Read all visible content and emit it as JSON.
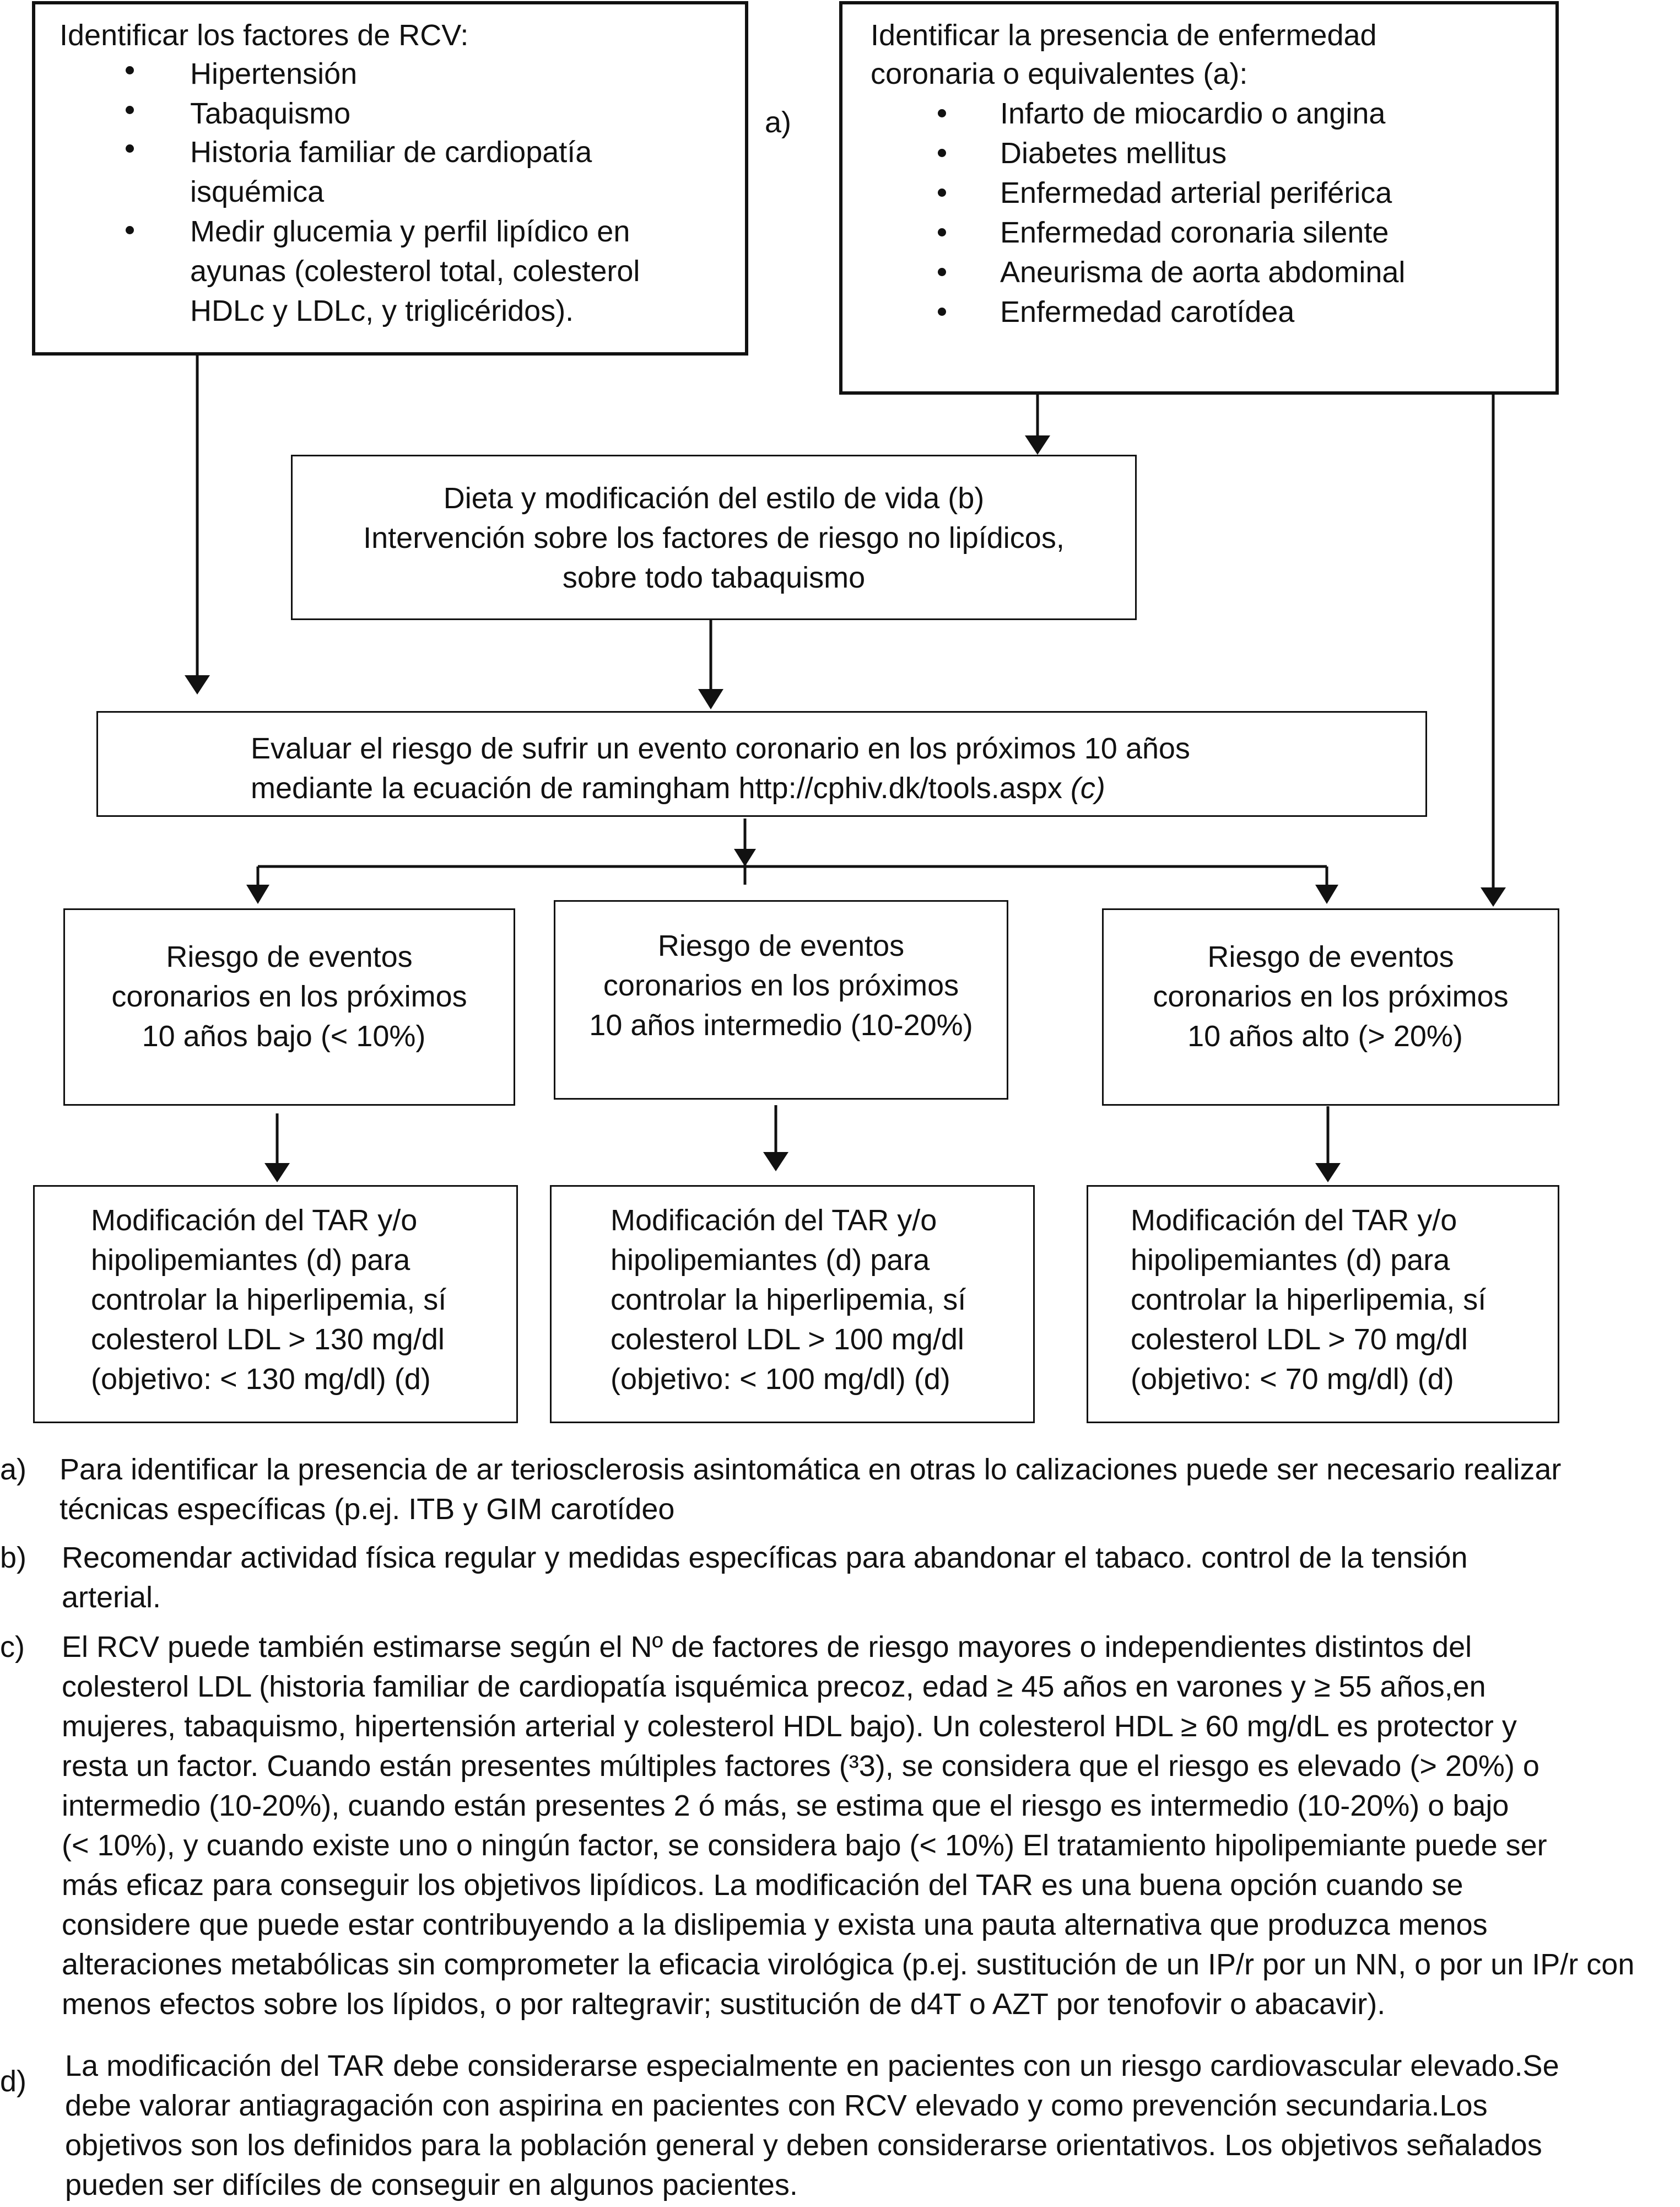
{
  "box_rcv": {
    "title": "Identificar los factores de RCV:",
    "items": [
      "Hipertensión",
      "Tabaquismo",
      "Historia familiar de cardiopatía",
      "isquémica",
      "Medir glucemia y perfil lipídico en",
      "ayunas (colesterol total, colesterol",
      "HDLc y LDLc, y triglicéridos)."
    ]
  },
  "label_a": "a)",
  "box_coronary": {
    "title_line1": "Identificar la presencia de enfermedad",
    "title_line2": "coronaria o equivalentes  (a):",
    "items": [
      "Infarto de miocardio o angina",
      "Diabetes mellitus",
      "Enfermedad arterial periférica",
      "Enfermedad coronaria silente",
      "Aneurisma de aorta abdominal",
      "Enfermedad carotídea"
    ]
  },
  "box_diet": {
    "line1": "Dieta y modificación del estilo de vida (b)",
    "line2": "Intervención sobre los factores de riesgo no lipídicos,",
    "line3": "sobre todo tabaquismo"
  },
  "box_eval": {
    "line1": "Evaluar el riesgo de sufrir un evento coronario en los próximos 10 años",
    "line2": "mediante la ecuación de ramingham http://cphiv.dk/tools.aspx",
    "line2_italic": "(c)"
  },
  "risk_boxes": [
    {
      "line1": "Riesgo de eventos",
      "line2": "coronarios en los próximos",
      "line3": "10 años bajo (< 10%)"
    },
    {
      "line1": "Riesgo de eventos",
      "line2": "coronarios en los próximos",
      "line3": "10 años intermedio (10-20%)"
    },
    {
      "line1": "Riesgo de eventos",
      "line2": "coronarios en los próximos",
      "line3": "10 años alto (> 20%)"
    }
  ],
  "treatment_boxes": [
    {
      "line1": "Modificación del TAR y/o",
      "line2": "hipolipemiantes (d) para",
      "line3": "controlar la hiperlipemia, sí",
      "line4": "colesterol LDL > 130 mg/dl",
      "line5": "(objetivo: < 130 mg/dl) (d)"
    },
    {
      "line1": "Modificación del TAR y/o",
      "line2": "hipolipemiantes (d) para",
      "line3": "controlar la hiperlipemia, sí",
      "line4": "colesterol LDL > 100 mg/dl",
      "line5": "(objetivo: < 100 mg/dl) (d)"
    },
    {
      "line1": "Modificación del TAR y/o",
      "line2": "hipolipemiantes (d) para",
      "line3": "controlar la hiperlipemia, sí",
      "line4": "colesterol LDL > 70 mg/dl",
      "line5": "(objetivo: < 70 mg/dl) (d)"
    }
  ],
  "notes": [
    {
      "label": "a)",
      "lines": [
        "Para identificar la presencia de ar teriosclerosis asintomática en otras lo calizaciones puede ser necesario realizar",
        "técnicas específicas (p.ej. ITB y GIM carotídeo"
      ]
    },
    {
      "label": "b)",
      "lines": [
        "Recomendar actividad física regular y  medidas específicas  para abandonar el tabaco. control de la tensión",
        "arterial."
      ]
    },
    {
      "label": "c)",
      "lines": [
        "El RCV puede también estimarse según el Nº de factores de riesgo mayores o independientes distintos del",
        "colesterol LDL (historia familiar de cardiopatía isquémica precoz, edad ≥ 45 años en varones y ≥ 55 años,en",
        "mujeres, tabaquismo, hipertensión arterial y colesterol HDL bajo). Un colesterol HDL ≥ 60 mg/dL es protector y",
        "resta un factor. Cuando están presentes múltiples factores (³3), se considera que el riesgo es elevado (> 20%) o",
        "intermedio (10-20%), cuando están presentes 2 ó más, se estima que el riesgo es intermedio (10-20%) o bajo",
        "(< 10%), y cuando  existe uno o ningún factor, se considera bajo (< 10%) El tratamiento hipolipemiante puede ser",
        "más eficaz para conseguir los objetivos lipídicos. La modificación del TAR es una buena opción cuando se",
        "considere que puede estar contribuyendo a la dislipemia y exista una pauta alternativa que produzca menos",
        "alteraciones metabólicas sin comprometer la eficacia virológica (p.ej. sustitución de un IP/r por un NN, o por un IP/r con",
        "menos efectos sobre los lípidos, o por raltegravir; sustitución de d4T o AZT por tenofovir o abacavir)."
      ]
    },
    {
      "label": "d)",
      "lines": [
        "La modificación del TAR debe considerarse especialmente en pacientes con un riesgo cardiovascular elevado.Se",
        "debe valorar antiagragación con aspirina en pacientes con RCV elevado y como prevención secundaria.Los",
        "objetivos son los definidos para la población general y deben considerarse orientativos. Los objetivos señalados",
        "pueden ser difíciles de conseguir en algunos pacientes."
      ]
    }
  ]
}
